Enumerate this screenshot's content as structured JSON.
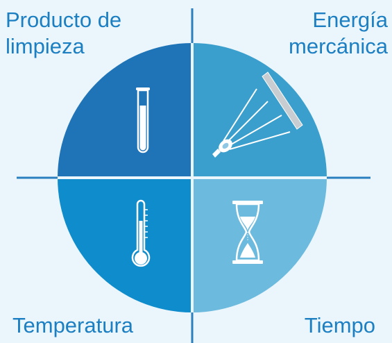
{
  "quadrants": {
    "top_left": {
      "label_line1": "Producto de",
      "label_line2": "limpieza",
      "color": "#1f73b7",
      "icon": "test-tube-icon"
    },
    "top_right": {
      "label_line1": "Energía",
      "label_line2": "mercánica",
      "color": "#3a9fcc",
      "icon": "spray-nozzle-icon"
    },
    "bottom_left": {
      "label": "Temperatura",
      "color": "#0e8ccc",
      "icon": "thermometer-icon"
    },
    "bottom_right": {
      "label": "Tiempo",
      "color": "#6cbade",
      "icon": "hourglass-icon"
    }
  },
  "colors": {
    "background": "#eaf5fc",
    "text": "#1c7fc2",
    "axis": "#2a7fbf"
  }
}
